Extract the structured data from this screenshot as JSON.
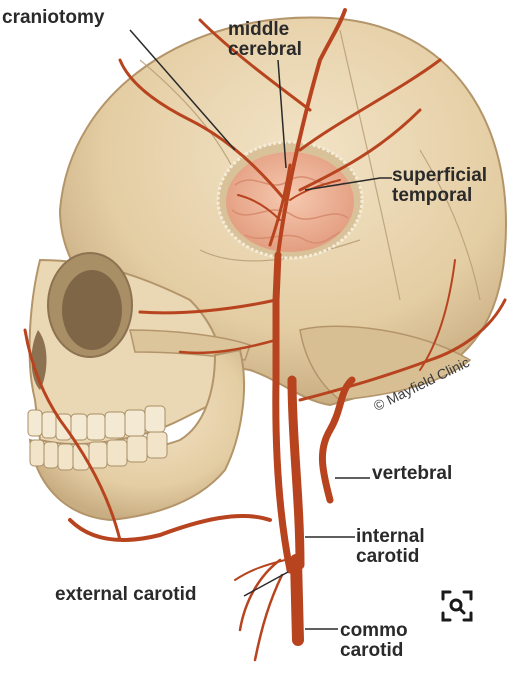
{
  "labels": {
    "craniotomy": "craniotomy",
    "middle_cerebral_1": "middle",
    "middle_cerebral_2": "cerebral",
    "superficial_temporal_1": "superficial",
    "superficial_temporal_2": "temporal",
    "vertebral": "vertebral",
    "internal_carotid_1": "internal",
    "internal_carotid_2": "carotid",
    "external_carotid": "external carotid",
    "common_carotid_1": "commo",
    "common_carotid_2": "carotid"
  },
  "credit": "© Mayfield Clinic",
  "colors": {
    "artery": "#b8441f",
    "skull": "#e9d6b2",
    "skull_shadow": "#c9ad82",
    "brain": "#f0b59a",
    "label_text": "#2a2a2a"
  },
  "icons": {
    "lens": "visual-search-icon"
  }
}
